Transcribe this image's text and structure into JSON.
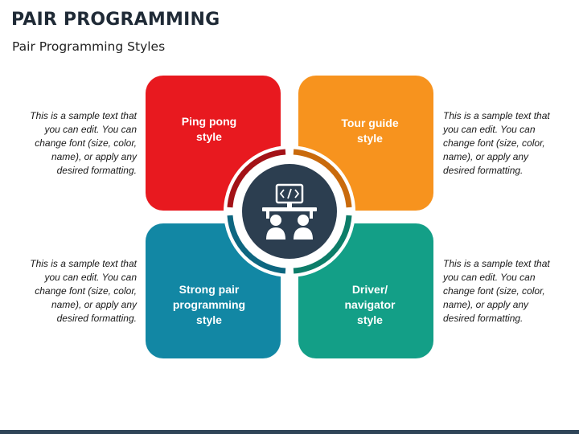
{
  "header": {
    "title": "PAIR PROGRAMMING",
    "subtitle": "Pair Programming Styles"
  },
  "quadrants": [
    {
      "label": "Ping pong\nstyle",
      "color": "#e8191f"
    },
    {
      "label": "Tour guide\nstyle",
      "color": "#f7931e"
    },
    {
      "label": "Strong pair\nprogramming\nstyle",
      "color": "#1287a4"
    },
    {
      "label": "Driver/\nnavigator\nstyle",
      "color": "#139f87"
    }
  ],
  "side_texts": {
    "top_left": "This is a sample text that\nyou can edit. You can\nchange font (size, color,\nname), or apply any\ndesired formatting.",
    "top_right": "This is a sample text that\nyou can edit. You can\nchange font (size, color,\nname), or apply any\ndesired formatting.",
    "bottom_left": "This is a sample text that\nyou can edit. You can\nchange font (size, color,\nname), or apply any\ndesired formatting.",
    "bottom_right": "This is a sample text that\nyou can edit. You can\nchange font (size, color,\nname), or apply any\ndesired formatting."
  },
  "center": {
    "icon": "pair-programming-icon",
    "color": "#2c3e50"
  },
  "colors": {
    "ring_tl": "#a31217",
    "ring_tr": "#c96a0c",
    "ring_bl": "#0d6680",
    "ring_br": "#0d7d69",
    "footer_bar": "#2f4558"
  }
}
